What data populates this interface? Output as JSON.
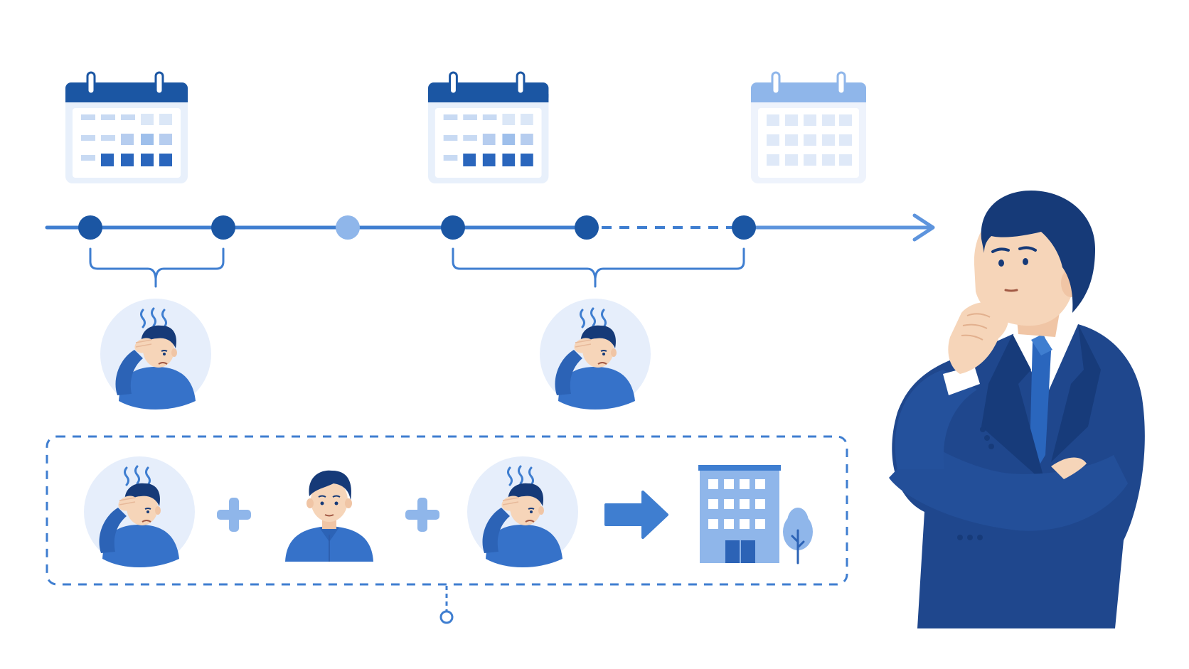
{
  "colors": {
    "dark_blue": "#1b56a3",
    "mid_blue": "#3f7ed0",
    "light_blue": "#8fb6ea",
    "pale_blue": "#e6eefb",
    "navy_suit": "#1f478d",
    "skin": "#f6d5b9",
    "hair": "#163a78"
  },
  "timeline": {
    "nodes": [
      {
        "id": "n1",
        "state": "active"
      },
      {
        "id": "n2",
        "state": "active"
      },
      {
        "id": "n3",
        "state": "inactive"
      },
      {
        "id": "n4",
        "state": "active"
      },
      {
        "id": "n5",
        "state": "active"
      },
      {
        "id": "n6",
        "state": "active"
      }
    ],
    "segments": [
      {
        "from": "n1",
        "to": "n5",
        "style": "solid"
      },
      {
        "from": "n5",
        "to": "n6",
        "style": "dashed"
      },
      {
        "from": "n6",
        "to": "end",
        "style": "solid-arrow"
      }
    ]
  },
  "calendars": [
    {
      "id": "calendar-1",
      "style": "dark",
      "filled_cells": 4
    },
    {
      "id": "calendar-2",
      "style": "dark",
      "filled_cells": 4
    },
    {
      "id": "calendar-3",
      "style": "light",
      "filled_cells": 0
    }
  ],
  "brackets": [
    {
      "id": "bracket-1",
      "spans": [
        "n1",
        "n2"
      ],
      "points_to": "stressed-person-1"
    },
    {
      "id": "bracket-2",
      "spans": [
        "n4",
        "n6"
      ],
      "points_to": "stressed-person-2"
    }
  ],
  "equation": {
    "items": [
      "stressed-person",
      "plus",
      "calm-person",
      "plus",
      "stressed-person",
      "arrow",
      "office-building"
    ]
  },
  "icons": [
    "calendar-icon",
    "stressed-person-icon",
    "calm-person-icon",
    "plus-icon",
    "arrow-right-icon",
    "office-building-icon",
    "tree-icon",
    "thinking-businessman"
  ]
}
